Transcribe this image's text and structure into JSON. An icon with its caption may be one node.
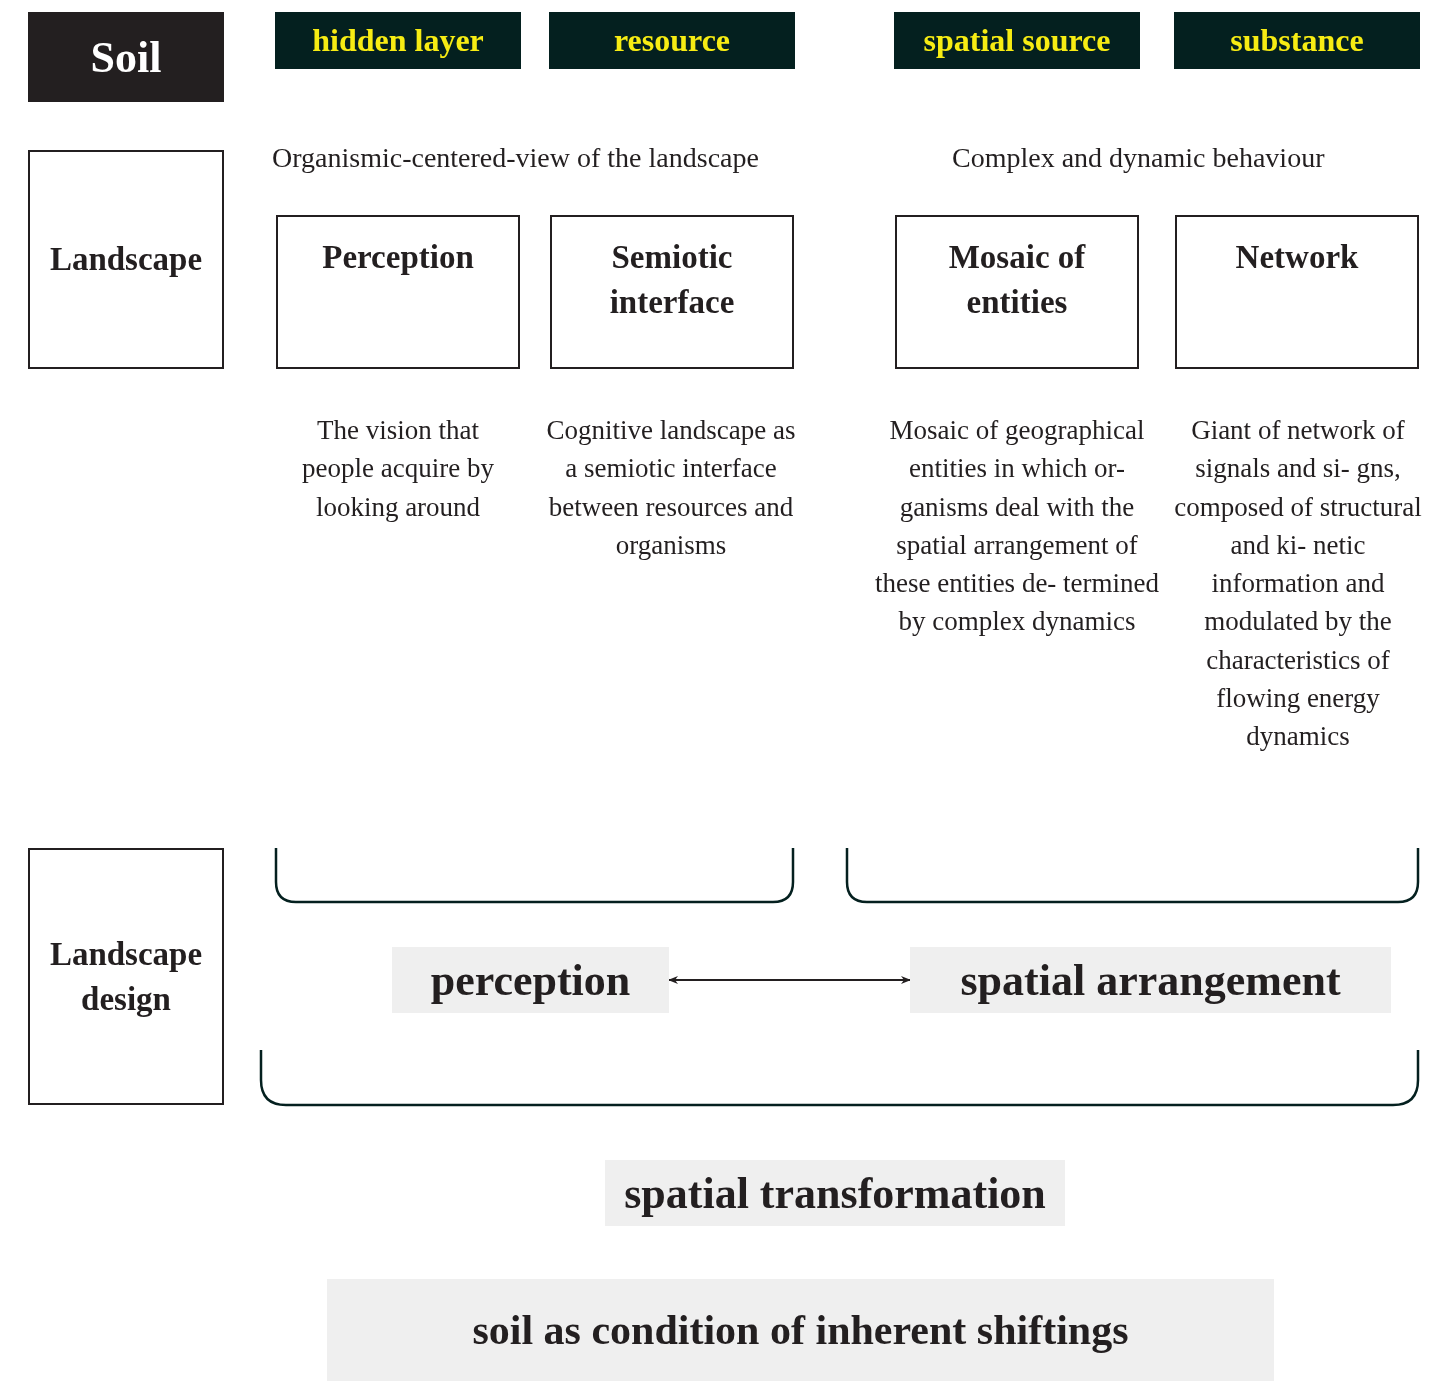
{
  "diagram": {
    "nodes": [
      {
        "text": [
          "Soil"
        ]
      },
      {
        "text": [
          "hidden layer"
        ]
      },
      {
        "text": [
          "resource"
        ]
      },
      {
        "text": [
          "spatial source"
        ]
      },
      {
        "text": [
          "substance"
        ]
      },
      {
        "text": [
          "Landscape"
        ]
      },
      {
        "text": [
          "Perception"
        ],
        "beside": [
          "The vision that people acquire by looking around"
        ]
      },
      {
        "text": [
          "Semiotic interface"
        ],
        "beside": [
          "Cognitive landscape as a semiotic interface between resources and organisms"
        ]
      },
      {
        "text": [
          "Mosaic of entities"
        ],
        "beside": [
          "Mosaic of geographical entities in which or- ganisms deal with the spatial arrangement of these entities de- termined by complex dynamics"
        ]
      },
      {
        "text": [
          "Network"
        ],
        "beside": [
          "Giant of network of signals and si- gns, composed of structural and ki- netic information and modulated by the characteristics of flowing energy dynamics"
        ]
      },
      {
        "text": [
          "Landscape design"
        ]
      },
      {
        "text": [
          "perception"
        ]
      },
      {
        "text": [
          "spatial arrangement"
        ]
      },
      {
        "text": [
          "spatial transformation"
        ]
      },
      {
        "text": [
          "soil as condition of inherent shiftings"
        ]
      }
    ],
    "edges": [
      {
        "from": 11,
        "to": 12,
        "arrow": "both"
      }
    ],
    "labels": [
      "Organismic-centered-view of the landscape",
      "Complex and dynamic behaviour"
    ]
  }
}
